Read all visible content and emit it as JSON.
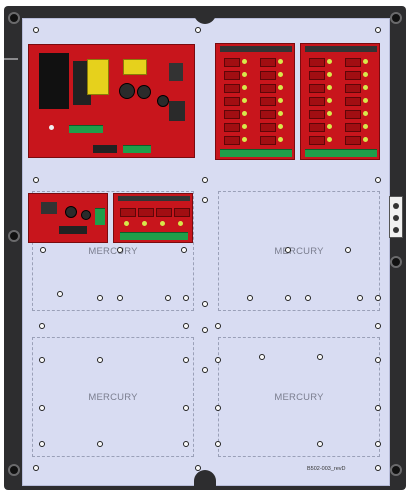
{
  "zones": [
    {
      "id": "z1",
      "label": "MERCURY"
    },
    {
      "id": "z2",
      "label": "MERCURY"
    },
    {
      "id": "z3",
      "label": "MERCURY"
    },
    {
      "id": "z4",
      "label": "MERCURY"
    }
  ],
  "part_number": "B502-003_revD",
  "colors": {
    "plate": "#d8dcf2",
    "enclosure": "#2d2d2f",
    "pcb": "#c8151c",
    "terminal": "#1f9e4a"
  }
}
